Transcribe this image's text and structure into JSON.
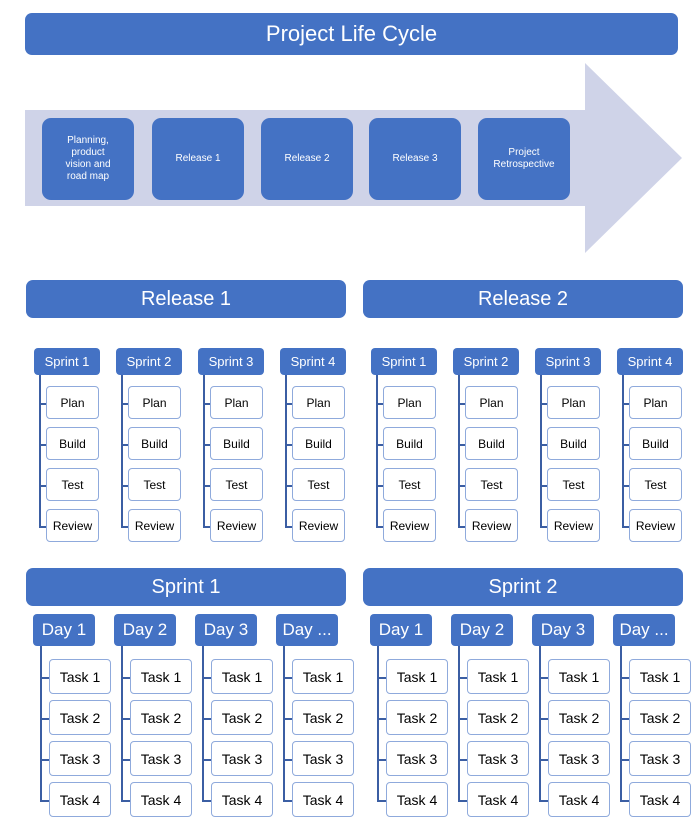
{
  "colors": {
    "accent_blue": "#4472C4",
    "arrow_fill": "#CFD3E8",
    "leaf_border": "#8FAADC",
    "connector": "#3B5EA3",
    "text_on_accent": "#FFFFFF",
    "page_background": "#FFFFFF"
  },
  "title": {
    "text": "Project Life Cycle"
  },
  "lifecycle": {
    "arrow_name": "right-arrow",
    "phases": [
      {
        "label": "Planning, product vision and road map",
        "lines": [
          "Planning,",
          "product",
          "vision and",
          "road map"
        ]
      },
      {
        "label": "Release 1",
        "lines": [
          "Release 1"
        ]
      },
      {
        "label": "Release 2",
        "lines": [
          "Release 2"
        ]
      },
      {
        "label": "Release 3",
        "lines": [
          "Release 3"
        ]
      },
      {
        "label": "Project Retrospective",
        "lines": [
          "Project",
          "Retrospective"
        ]
      }
    ]
  },
  "releases": [
    {
      "header": "Release 1",
      "columns": [
        {
          "head": "Sprint 1",
          "items": [
            "Plan",
            "Build",
            "Test",
            "Review"
          ]
        },
        {
          "head": "Sprint 2",
          "items": [
            "Plan",
            "Build",
            "Test",
            "Review"
          ]
        },
        {
          "head": "Sprint 3",
          "items": [
            "Plan",
            "Build",
            "Test",
            "Review"
          ]
        },
        {
          "head": "Sprint 4",
          "items": [
            "Plan",
            "Build",
            "Test",
            "Review"
          ]
        }
      ]
    },
    {
      "header": "Release 2",
      "columns": [
        {
          "head": "Sprint 1",
          "items": [
            "Plan",
            "Build",
            "Test",
            "Review"
          ]
        },
        {
          "head": "Sprint 2",
          "items": [
            "Plan",
            "Build",
            "Test",
            "Review"
          ]
        },
        {
          "head": "Sprint 3",
          "items": [
            "Plan",
            "Build",
            "Test",
            "Review"
          ]
        },
        {
          "head": "Sprint 4",
          "items": [
            "Plan",
            "Build",
            "Test",
            "Review"
          ]
        }
      ]
    }
  ],
  "sprints": [
    {
      "header": "Sprint 1",
      "columns": [
        {
          "head": "Day 1",
          "items": [
            "Task 1",
            "Task 2",
            "Task 3",
            "Task 4"
          ]
        },
        {
          "head": "Day 2",
          "items": [
            "Task 1",
            "Task 2",
            "Task 3",
            "Task 4"
          ]
        },
        {
          "head": "Day 3",
          "items": [
            "Task 1",
            "Task 2",
            "Task 3",
            "Task 4"
          ]
        },
        {
          "head": "Day ...",
          "items": [
            "Task 1",
            "Task 2",
            "Task 3",
            "Task 4"
          ]
        }
      ]
    },
    {
      "header": "Sprint 2",
      "columns": [
        {
          "head": "Day 1",
          "items": [
            "Task 1",
            "Task 2",
            "Task 3",
            "Task 4"
          ]
        },
        {
          "head": "Day 2",
          "items": [
            "Task 1",
            "Task 2",
            "Task 3",
            "Task 4"
          ]
        },
        {
          "head": "Day 3",
          "items": [
            "Task 1",
            "Task 2",
            "Task 3",
            "Task 4"
          ]
        },
        {
          "head": "Day ...",
          "items": [
            "Task 1",
            "Task 2",
            "Task 3",
            "Task 4"
          ]
        }
      ]
    }
  ]
}
